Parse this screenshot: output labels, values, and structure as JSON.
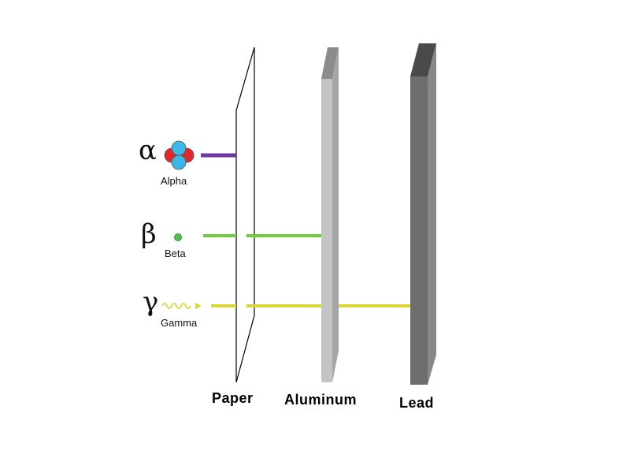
{
  "particles": [
    {
      "symbol": "α",
      "name": "Alpha",
      "beam_color": "#6a3aa2",
      "stopped_by": "Paper"
    },
    {
      "symbol": "β",
      "name": "Beta",
      "beam_color": "#6ccf3a",
      "stopped_by": "Aluminum"
    },
    {
      "symbol": "γ",
      "name": "Gamma",
      "beam_color": "#d8d834",
      "stopped_by": "Lead"
    }
  ],
  "barriers": [
    {
      "label": "Paper",
      "color": "#ffffff"
    },
    {
      "label": "Aluminum",
      "color": "#c8c8c8"
    },
    {
      "label": "Lead",
      "color": "#6e6e6e"
    }
  ],
  "colors": {
    "proton": "#e02828",
    "neutron": "#3ab8e8",
    "beta_dot": "#4cc44c",
    "gamma_wave": "#d8d834"
  }
}
